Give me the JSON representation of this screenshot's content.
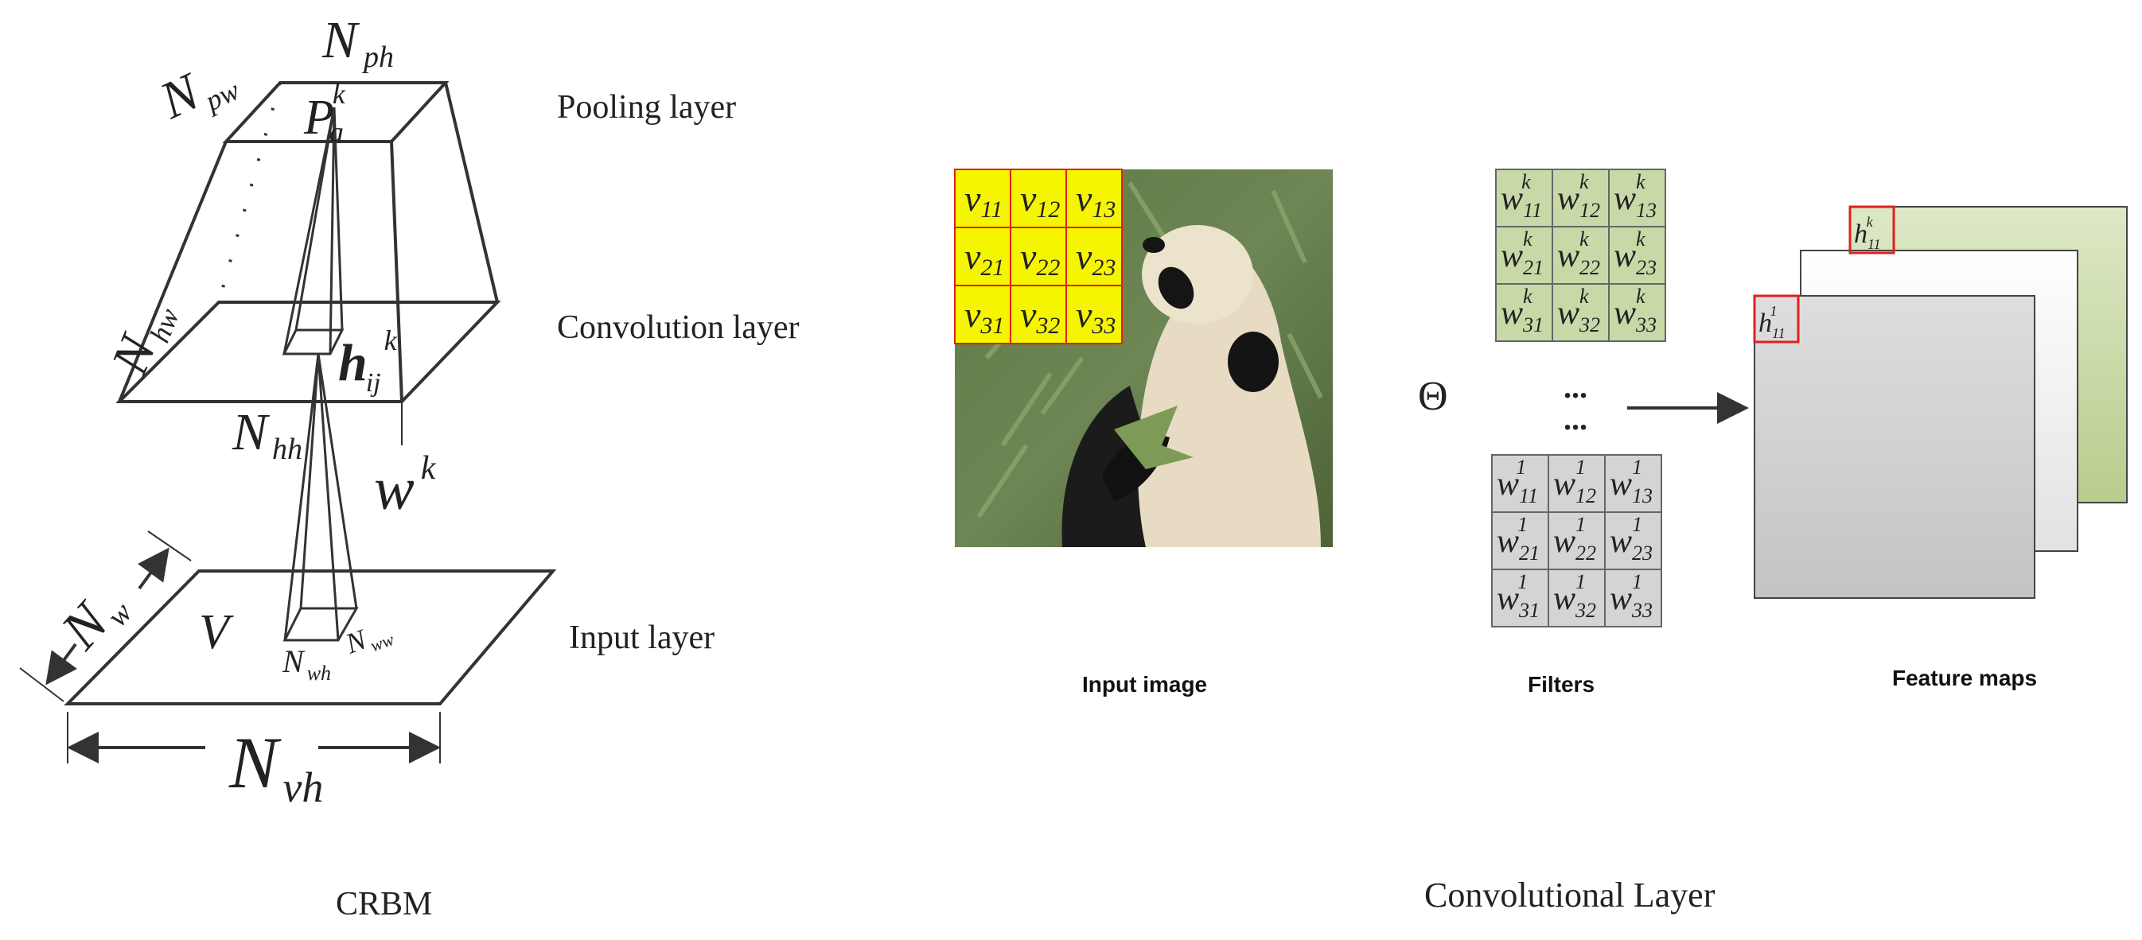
{
  "left_panel": {
    "caption": "CRBM",
    "layers": {
      "pooling": "Pooling layer",
      "convolution": "Convolution layer",
      "input": "Input layer"
    },
    "symbols": {
      "N": "N",
      "pw": "pw",
      "ph": "ph",
      "hw": "hw",
      "hh": "hh",
      "w_sub": "w",
      "vh": "vh",
      "ww": "ww",
      "wh": "wh",
      "P": "P",
      "a": "a",
      "h": "h",
      "ij": "ij",
      "k": "k",
      "w": "w",
      "V": "V"
    }
  },
  "right_panel": {
    "caption": "Convolutional Layer",
    "labels": {
      "input_image": "Input image",
      "filters": "Filters",
      "feature_maps": "Feature maps"
    },
    "theta": "Θ",
    "ellipsis": "...",
    "input_grid": [
      [
        "v",
        "11"
      ],
      [
        "v",
        "12"
      ],
      [
        "v",
        "13"
      ],
      [
        "v",
        "21"
      ],
      [
        "v",
        "22"
      ],
      [
        "v",
        "23"
      ],
      [
        "v",
        "31"
      ],
      [
        "v",
        "32"
      ],
      [
        "v",
        "33"
      ]
    ],
    "filter_k": {
      "symbol": "w",
      "sup": "k",
      "subs": [
        "11",
        "12",
        "13",
        "21",
        "22",
        "23",
        "31",
        "32",
        "33"
      ]
    },
    "filter_1": {
      "symbol": "w",
      "sup": "1",
      "subs": [
        "11",
        "12",
        "13",
        "21",
        "22",
        "23",
        "31",
        "32",
        "33"
      ]
    },
    "feature_back": {
      "symbol": "h",
      "sub": "11",
      "sup": "k"
    },
    "feature_front": {
      "symbol": "h",
      "sub": "11",
      "sup": "1"
    }
  },
  "colors": {
    "ink": "#333333",
    "grid_yellow": "#f5f500",
    "grid_red": "#e02020",
    "filter_green": "#c8d9a8",
    "filter_gray": "#d4d4d4",
    "map_green": "#c6d7a0",
    "map_gray": "#cccccc"
  }
}
